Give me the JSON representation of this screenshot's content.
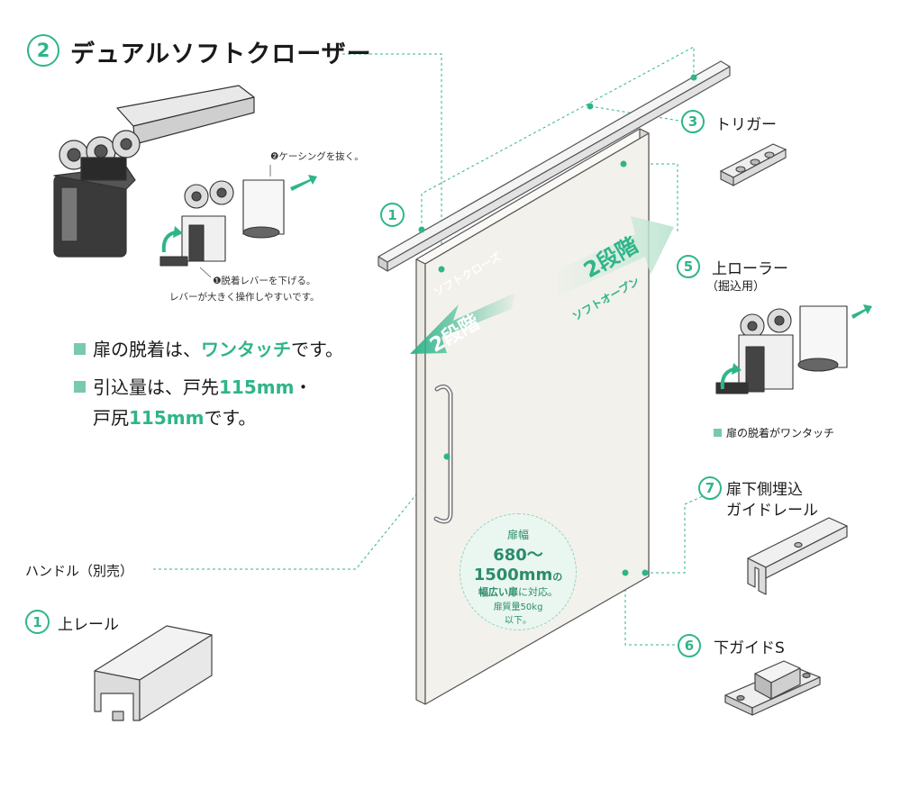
{
  "colors": {
    "accent": "#2fb58a",
    "accent_light": "#79c9ad",
    "door": "#f3f1ec"
  },
  "title": {
    "number": "2",
    "text": "デュアルソフトクローザー"
  },
  "top_left": {
    "note_step2": "❷ケーシングを抜く。",
    "note_step1": "❶脱着レバーを下げる。",
    "note_step1_sub": "レバーが大きく操作しやすいです。"
  },
  "features": {
    "line1_pre": "扉の脱着は、",
    "line1_accent": "ワンタッチ",
    "line1_post": "です。",
    "line2_pre": "引込量は、戸先",
    "line2_accent": "115mm",
    "line2_post": "・",
    "line3_pre": "戸尻",
    "line3_accent": "115mm",
    "line3_post": "です。"
  },
  "door": {
    "soft_close_label": "ソフトクローズ",
    "soft_close_step": "2段階",
    "soft_open_label": "ソフトオープン",
    "soft_open_step": "2段階"
  },
  "badge": {
    "l1": "扉幅",
    "l2": "680〜",
    "l3": "1500mm",
    "l3b": "の",
    "l4a": "幅広い扉",
    "l4b": "に対応。",
    "l5": "扉質量50kg",
    "l6": "以下。"
  },
  "parts": {
    "p1_marker": "1",
    "p1": {
      "num": "1",
      "name": "上レール"
    },
    "p3": {
      "num": "3",
      "name": "トリガー"
    },
    "p5": {
      "num": "5",
      "name": "上ローラー",
      "sub": "（掘込用）",
      "note": "扉の脱着がワンタッチ"
    },
    "p6": {
      "num": "6",
      "name": "下ガイドS"
    },
    "p7": {
      "num": "7",
      "name1": "扉下側埋込",
      "name2": "ガイドレール"
    },
    "handle": "ハンドル（別売）"
  }
}
